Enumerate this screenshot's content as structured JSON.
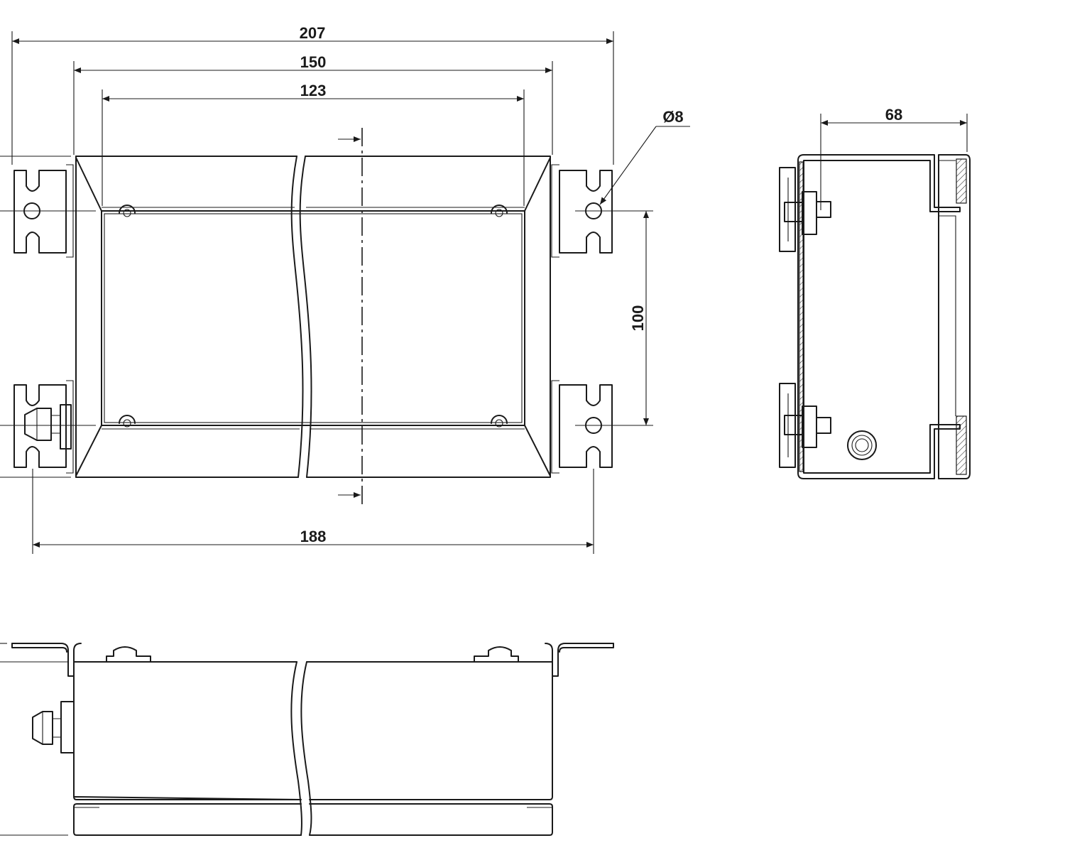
{
  "dimensions": {
    "overall_width": "207",
    "flange_width": "150",
    "inner_width": "123",
    "mount_hole_pitch": "188",
    "mount_hole_spacing_vertical": "100",
    "hole_diameter": "Ø8",
    "depth": "68"
  },
  "colors": {
    "line": "#1a1a1a",
    "background": "#ffffff"
  }
}
